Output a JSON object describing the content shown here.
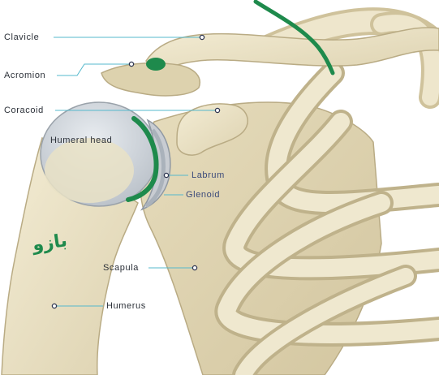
{
  "labels": {
    "clavicle": "Clavicle",
    "acromion": "Acromion",
    "coracoid": "Coracoid",
    "humeral_head": "Humeral head",
    "labrum": "Labrum",
    "glenoid": "Glenoid",
    "scapula": "Scapula",
    "humerus": "Humerus"
  },
  "annotation": {
    "handwritten_text": "بازو"
  },
  "colors": {
    "background": "#ffffff",
    "bone": "#ece4c8",
    "bone_shadow": "#c9bd98",
    "cartilage": "#c8ccd2",
    "leader_line": "#55b8cc",
    "ink": "#1e8a4c",
    "label_dark": "#2b3038",
    "label_blue": "#3b4a7a"
  }
}
